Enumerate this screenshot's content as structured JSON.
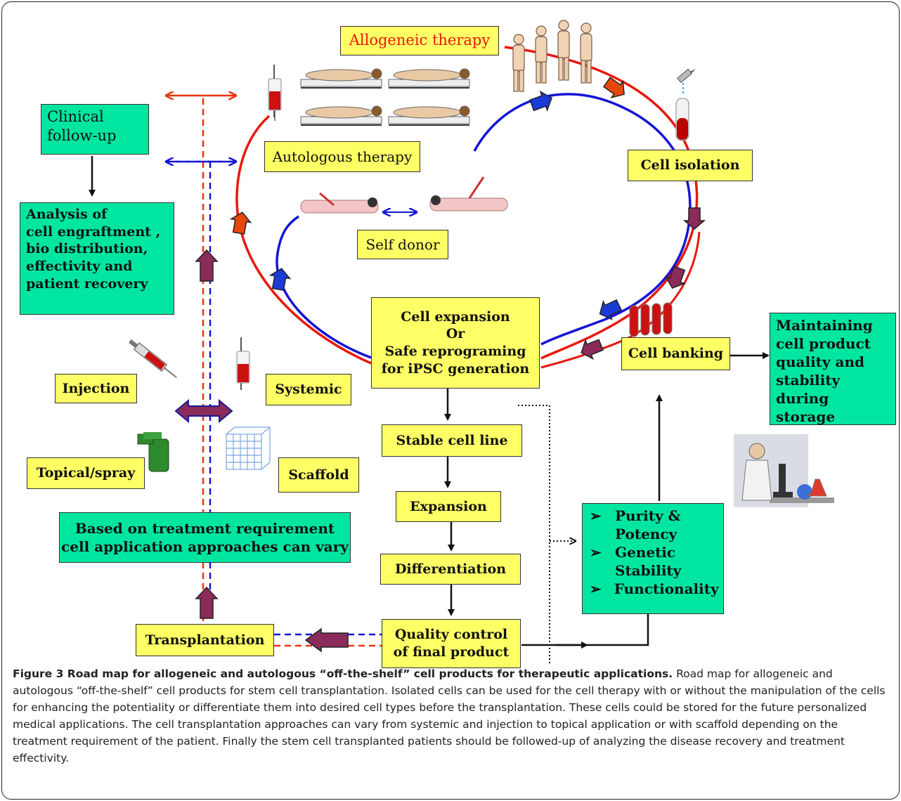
{
  "boxes": {
    "allogeneic": "Allogeneic therapy",
    "autologous": "Autologous therapy",
    "self_donor": "Self donor",
    "clinical_followup": [
      "Clinical",
      "follow-up"
    ],
    "analysis": [
      "Analysis of",
      "cell engraftment ,",
      "bio distribution,",
      "effectivity and",
      "patient recovery"
    ],
    "cell_isolation": "Cell isolation",
    "cell_expansion": [
      "Cell expansion",
      "Or",
      "Safe reprograming",
      "for iPSC generation"
    ],
    "cell_banking": "Cell banking",
    "maintaining": [
      "Maintaining",
      "cell product",
      "quality and",
      "stability during",
      "storage"
    ],
    "injection": "Injection",
    "systemic": "Systemic",
    "topical": "Topical/spray",
    "scaffold": "Scaffold",
    "based_on": [
      "Based on treatment requirement",
      "cell application approaches can vary"
    ],
    "stable_cell_line": "Stable cell line",
    "expansion": "Expansion",
    "differentiation": "Differentiation",
    "quality_control": [
      "Quality control",
      "of final product"
    ],
    "transplantation": "Transplantation",
    "qc_list": [
      "Purity &",
      "Potency",
      "Genetic",
      "Stability",
      "Functionality"
    ]
  },
  "bullet_symbol": "➢",
  "caption": {
    "label": "Figure 3 Road map for allogeneic and autologous “off-the-shelf” cell products for therapeutic applications.",
    "text": " Road map for allogeneic and autologous “off-the-shelf” cell products for stem cell transplantation. Isolated cells can be used for the cell therapy with or without the manipulation of the cells for enhancing the potentiality or differentiate them into desired cell types before the transplantation. These cells could be stored for the future personalized medical applications. The cell transplantation approaches can vary from systemic and injection to topical application or with scaffold depending on the treatment requirement of the patient. Finally the stem cell transplanted patients should be followed-up of analyzing the disease recovery and treatment effectivity."
  },
  "colors": {
    "yellow_box": "#ffff66",
    "green_box": "#00e6a0",
    "allogeneic_line": "#e8170c",
    "autologous_line": "#1414d6"
  },
  "icons": [
    "iv-bag-icon",
    "patients-in-bed-icon",
    "standing-people-icon",
    "pipette-tube-icon",
    "blood-tubes-icon",
    "syringe-icon",
    "spray-bottle-icon",
    "scaffold-mesh-icon",
    "scientist-microscope-icon",
    "self-donor-patient-icon"
  ]
}
